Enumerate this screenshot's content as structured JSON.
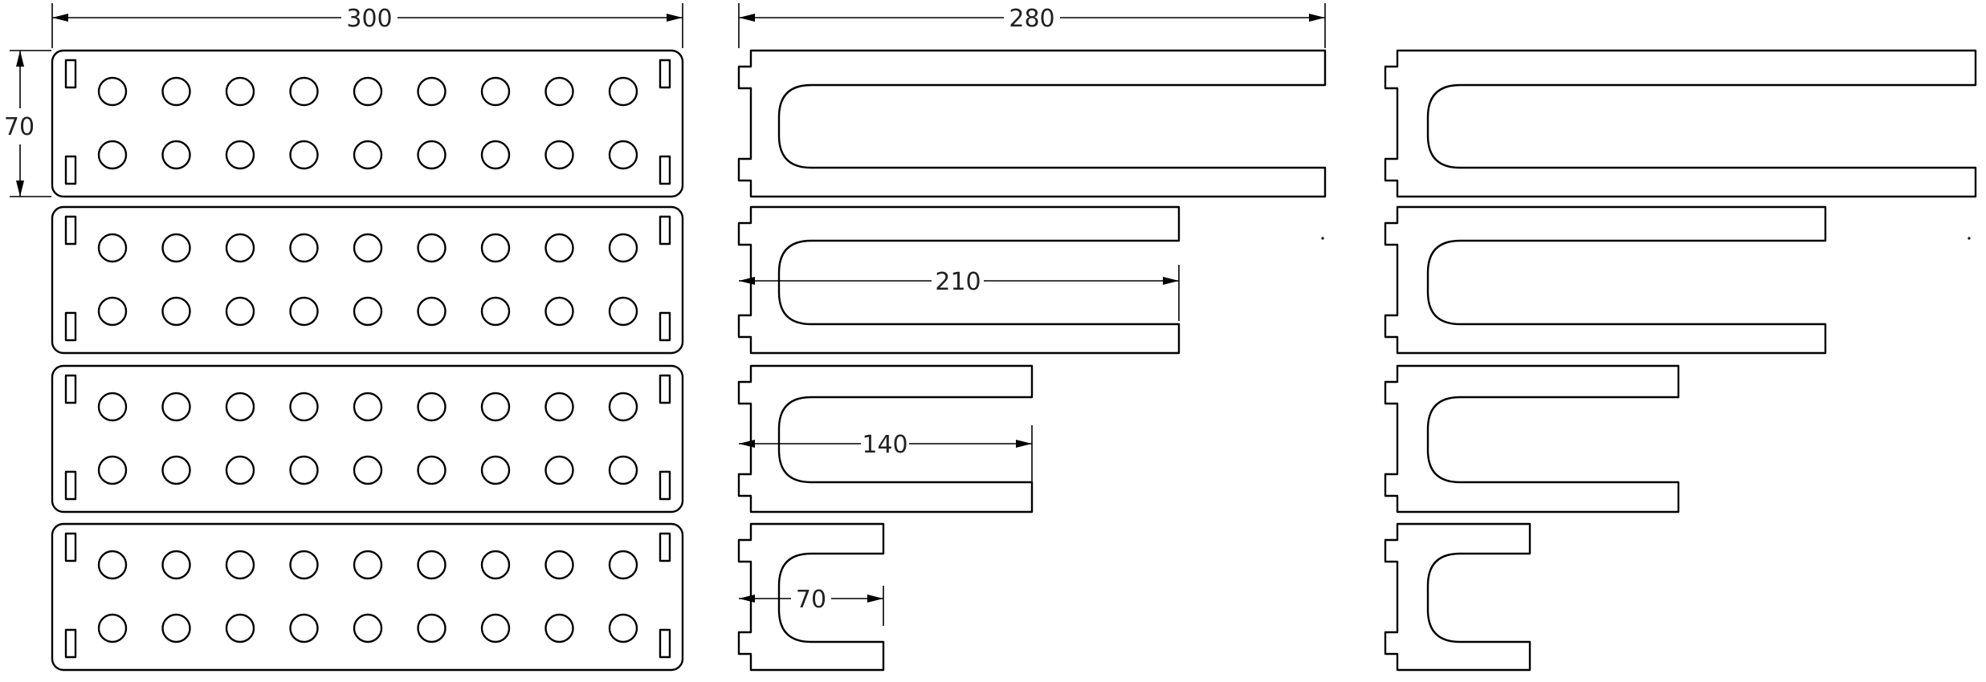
{
  "drawing": {
    "dimensions": {
      "plate_width": "300",
      "plate_height": "70",
      "fork_280": "280",
      "fork_210": "210",
      "fork_140": "140",
      "fork_70": "70"
    },
    "plates": {
      "count": 4,
      "hole_rows": 2,
      "hole_columns": 9
    },
    "forks": {
      "column_count": 2,
      "lengths": [
        280,
        210,
        140,
        70
      ]
    }
  }
}
